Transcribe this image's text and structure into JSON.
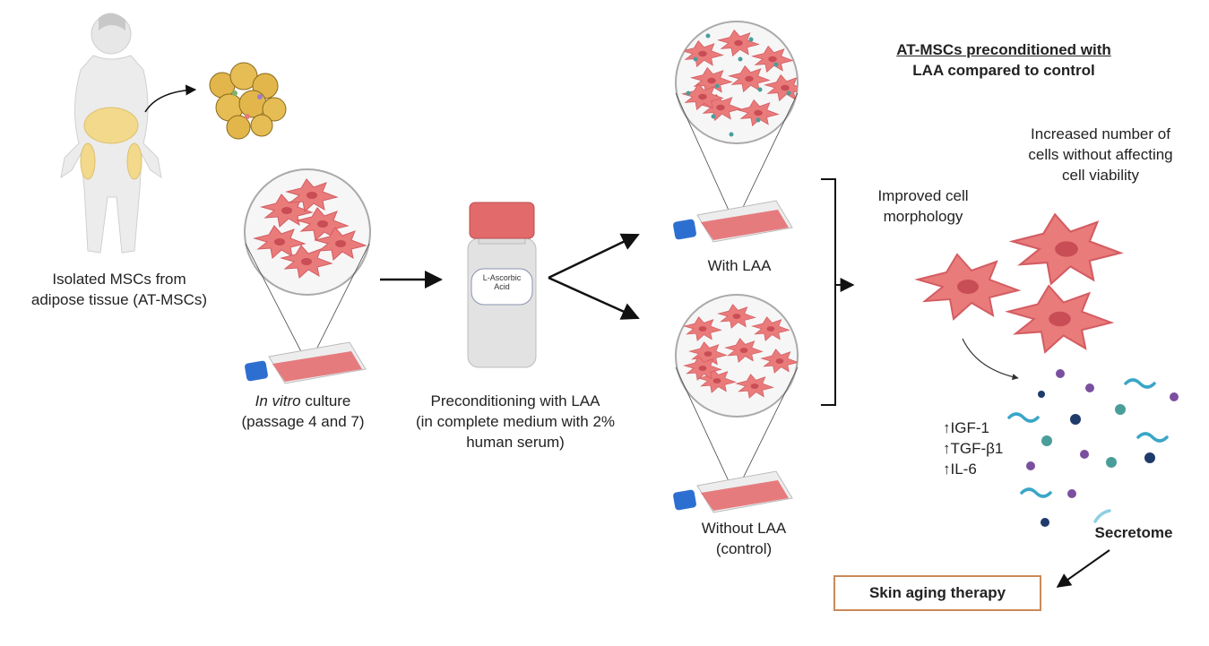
{
  "labels": {
    "isolated": [
      "Isolated MSCs from",
      "adipose tissue (AT-MSCs)"
    ],
    "culture_italic": "In vitro",
    "culture_rest": " culture",
    "culture_line2": "(passage 4 and 7)",
    "precond": [
      "Preconditioning with LAA",
      "(in complete medium with 2%",
      "human serum)"
    ],
    "bottle": [
      "L-Ascorbic",
      "Acid"
    ],
    "with_laa": "With LAA",
    "without_laa": [
      "Without LAA",
      "(control)"
    ],
    "heading": [
      "AT-MSCs preconditioned with",
      "LAA compared to control"
    ],
    "increased": [
      "Increased number of",
      "cells without affecting",
      "cell viability"
    ],
    "improved": [
      "Improved cell",
      "morphology"
    ],
    "factors": [
      "↑IGF-1",
      "↑TGF-β1",
      "↑IL-6"
    ],
    "secretome": "Secretome",
    "therapy": "Skin aging therapy"
  },
  "colors": {
    "cell": "#ea7b7b",
    "cell_nucleus": "#c94d55",
    "dot_teal": "#4a9e9a",
    "dot_purple": "#7b4fa0",
    "dot_navy": "#1f3b6b",
    "strand": "#3aa6c7",
    "box_border": "#c98a5a",
    "cap": "#e36a6a",
    "flask_cap": "#2d6fd1"
  }
}
